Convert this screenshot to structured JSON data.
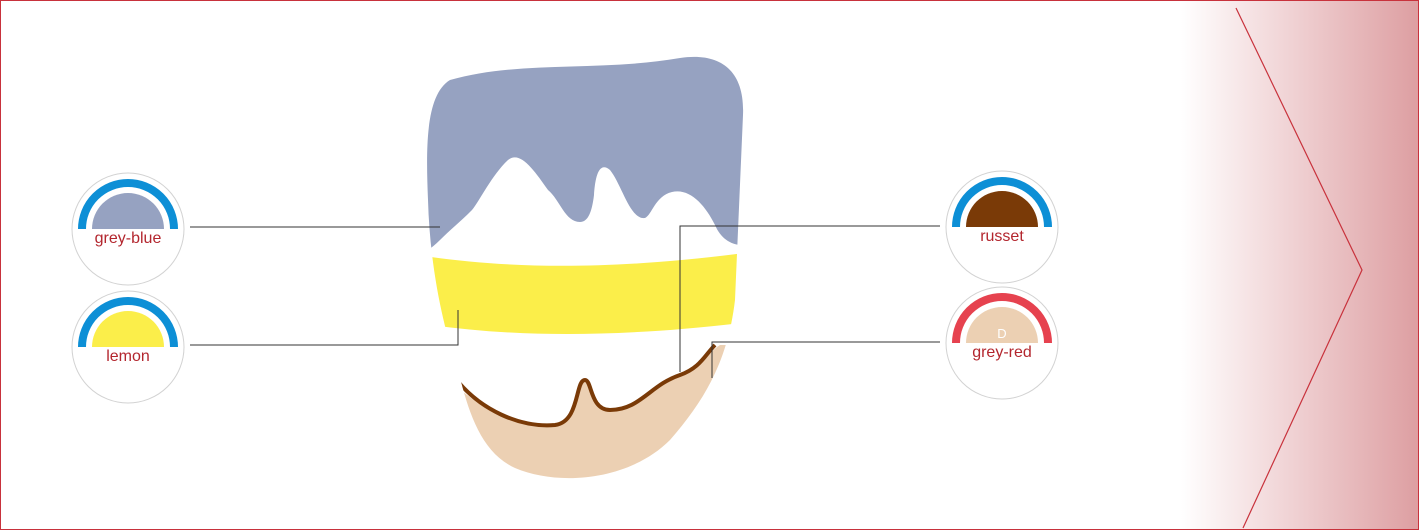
{
  "colors": {
    "frame_border": "#c8323c",
    "ring_blue": "#0d8fd6",
    "ring_red": "#e6424f",
    "label_text": "#b3262e",
    "tooth_dentin": "#ecd0b3",
    "tooth_enamel": "#ffffff",
    "tooth_incisal": "#96a2c1",
    "tooth_band": "#fbee4a",
    "tooth_line": "#7a3a07"
  },
  "swatches": [
    {
      "id": "grey-blue",
      "label": "grey-blue",
      "color": "#96a2c1",
      "ring": "#0d8fd6",
      "letter": ""
    },
    {
      "id": "lemon",
      "label": "lemon",
      "color": "#fbee4a",
      "ring": "#0d8fd6",
      "letter": ""
    },
    {
      "id": "russet",
      "label": "russet",
      "color": "#7a3a07",
      "ring": "#0d8fd6",
      "letter": ""
    },
    {
      "id": "grey-red",
      "label": "grey-red",
      "color": "#ecd0b3",
      "ring": "#e6424f",
      "letter": "D"
    }
  ],
  "icons": {
    "next": "chevron-right-icon"
  }
}
